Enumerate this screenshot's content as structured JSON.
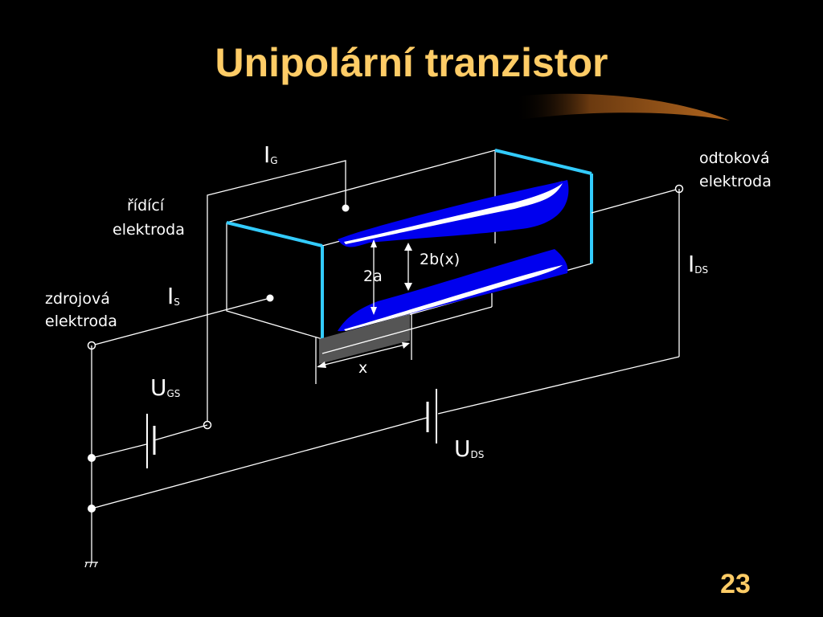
{
  "slide": {
    "title": "Unipolární tranzistor",
    "page_number": "23"
  },
  "colors": {
    "background": "#000000",
    "title": "#ffcc66",
    "channel": "#0000ee",
    "electrode_edge": "#33ccff",
    "line": "#ffffff",
    "depletion_bar": "#555555"
  },
  "labels": {
    "gate_electrode": [
      "řídící",
      "elektroda"
    ],
    "drain_electrode": [
      "odtoková",
      "elektroda"
    ],
    "source_electrode": [
      "zdrojová",
      "elektroda"
    ],
    "gate_current": {
      "main": "I",
      "sub": "G"
    },
    "source_current": {
      "main": "I",
      "sub": "S"
    },
    "drain_current": {
      "main": "I",
      "sub": "DS"
    },
    "gate_voltage": {
      "main": "U",
      "sub": "GS"
    },
    "drain_voltage": {
      "main": "U",
      "sub": "DS"
    },
    "channel_half_width": "2a",
    "channel_width": "2b(x)",
    "distance": "x"
  }
}
